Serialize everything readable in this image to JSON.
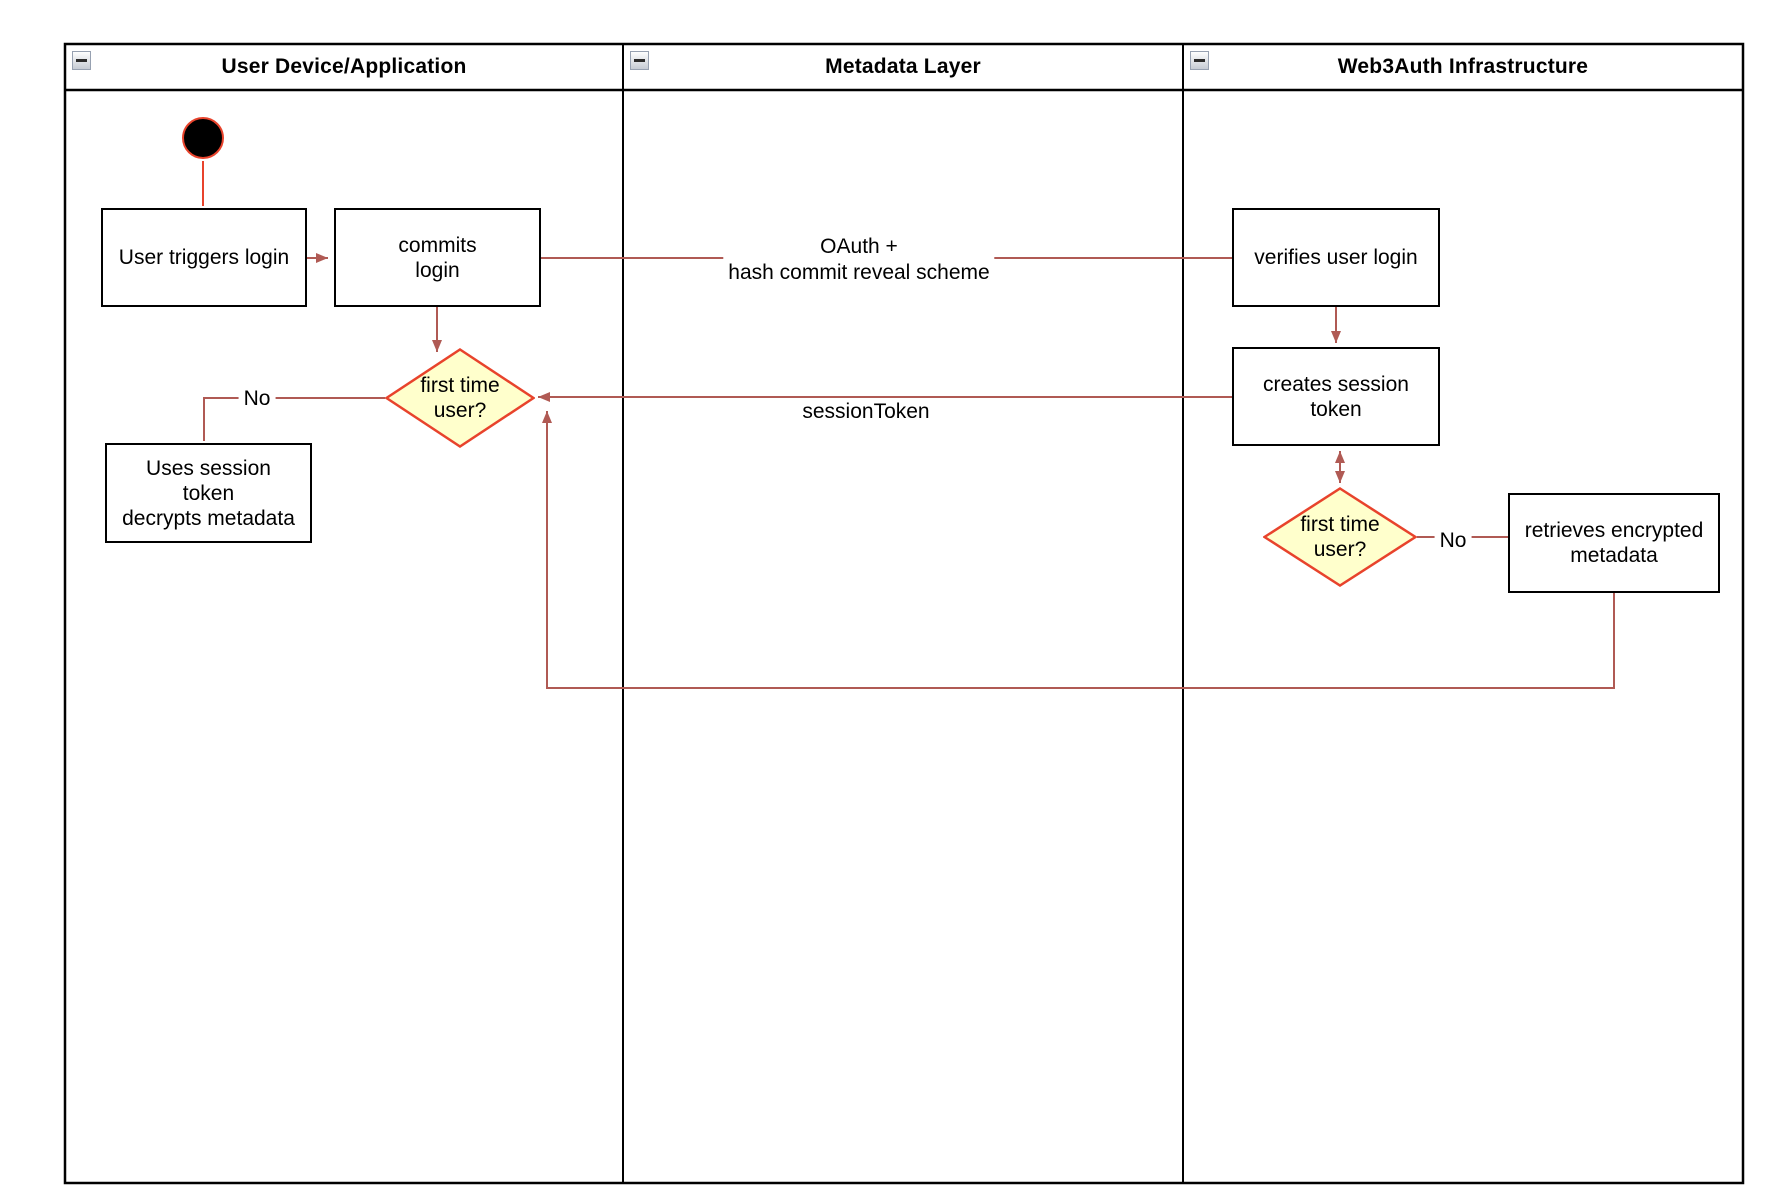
{
  "colors": {
    "flow-line": "#b05a54",
    "shape-border": "#e8432c",
    "diamond-fill": "#ffffcc",
    "box-border": "#000000",
    "start-fill": "#000000"
  },
  "lanes": [
    {
      "title": "User Device/Application"
    },
    {
      "title": "Metadata Layer"
    },
    {
      "title": "Web3Auth Infrastructure"
    }
  ],
  "nodes": {
    "user_triggers_login": {
      "label": "User triggers login"
    },
    "commits_login": {
      "label": "commits\nlogin"
    },
    "first_time_user_left": {
      "label": "first time\nuser?"
    },
    "uses_session_token": {
      "label": "Uses session\ntoken\ndecrypts metadata"
    },
    "verifies_user_login": {
      "label": "verifies user login"
    },
    "creates_session_token": {
      "label": "creates session\ntoken"
    },
    "first_time_user_right": {
      "label": "first time\nuser?"
    },
    "retrieves_encrypted_metadata": {
      "label": "retrieves encrypted\nmetadata"
    }
  },
  "edge_labels": {
    "oauth": "OAuth +\nhash commit reveal scheme",
    "session_token": "sessionToken",
    "no_left": "No",
    "no_right": "No"
  }
}
